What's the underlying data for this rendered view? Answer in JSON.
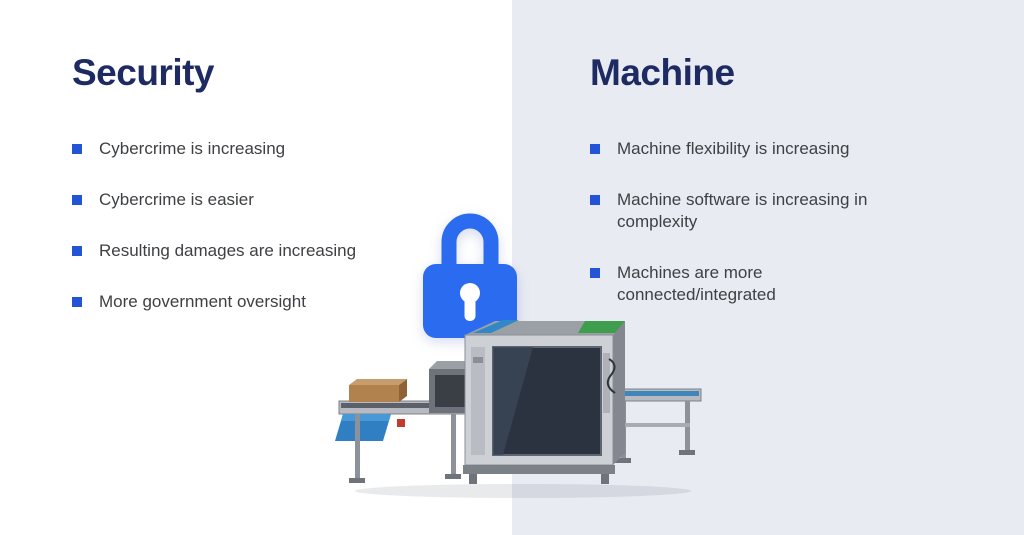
{
  "theme": {
    "left_panel_bg": "#ffffff",
    "right_panel_bg": "#e9ebf3",
    "heading_navy": "#1e2b63",
    "body_text": "#3f4043",
    "bullet_blue": "#2454d6",
    "lock_blue": "#2b6bf0"
  },
  "security": {
    "title": "Security",
    "items": [
      "Cybercrime is increasing",
      "Cybercrime is easier",
      "Resulting damages are increasing",
      "More government oversight"
    ]
  },
  "machine": {
    "title": "Machine",
    "items": [
      "Machine flexibility is increasing",
      "Machine software is increasing in complexity",
      "Machines are more connected/integrated"
    ]
  },
  "icons": {
    "lock": "lock-icon",
    "machine_illustration": "inspection-machine-illustration"
  }
}
